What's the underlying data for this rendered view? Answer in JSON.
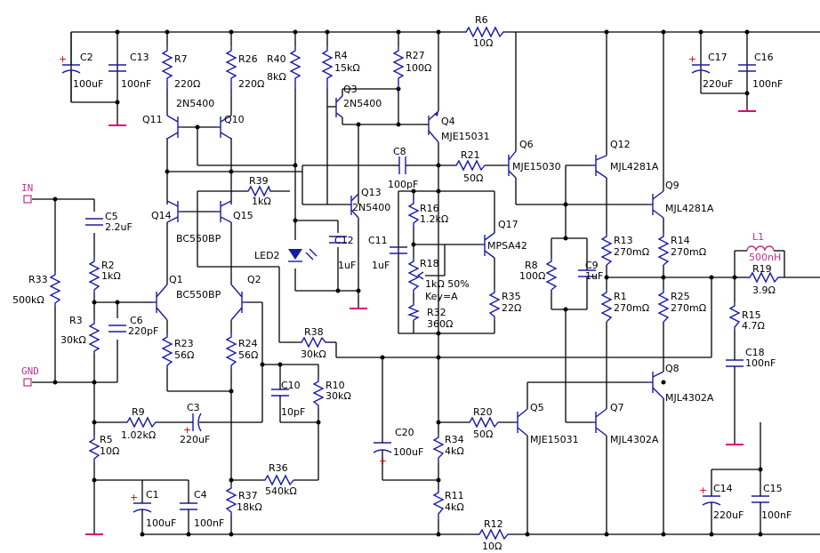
{
  "ports": {
    "in": "IN",
    "gnd": "GND"
  },
  "resistors": [
    {
      "ref": "R6",
      "value": "10Ω"
    },
    {
      "ref": "R7",
      "value": "220Ω"
    },
    {
      "ref": "R26",
      "value": "220Ω"
    },
    {
      "ref": "R40",
      "value": "8kΩ"
    },
    {
      "ref": "R4",
      "value": "15kΩ"
    },
    {
      "ref": "R27",
      "value": "100Ω"
    },
    {
      "ref": "R39",
      "value": "1kΩ"
    },
    {
      "ref": "R21",
      "value": "50Ω"
    },
    {
      "ref": "R16",
      "value": "1.2kΩ"
    },
    {
      "ref": "R18",
      "value": "1kΩ 50%"
    },
    {
      "ref": "R32",
      "value": "360Ω"
    },
    {
      "ref": "R35",
      "value": "22Ω"
    },
    {
      "ref": "R2",
      "value": "1kΩ"
    },
    {
      "ref": "R33",
      "value": "500kΩ"
    },
    {
      "ref": "R3",
      "value": "30kΩ"
    },
    {
      "ref": "R23",
      "value": "56Ω"
    },
    {
      "ref": "R24",
      "value": "56Ω"
    },
    {
      "ref": "R38",
      "value": "30kΩ"
    },
    {
      "ref": "R10",
      "value": "30kΩ"
    },
    {
      "ref": "R9",
      "value": "1.02kΩ"
    },
    {
      "ref": "R5",
      "value": "10Ω"
    },
    {
      "ref": "R36",
      "value": "540kΩ"
    },
    {
      "ref": "R37",
      "value": "18kΩ"
    },
    {
      "ref": "R20",
      "value": "50Ω"
    },
    {
      "ref": "R34",
      "value": "4kΩ"
    },
    {
      "ref": "R11",
      "value": "4kΩ"
    },
    {
      "ref": "R12",
      "value": "10Ω"
    },
    {
      "ref": "R8",
      "value": "100Ω"
    },
    {
      "ref": "R13",
      "value": "270mΩ"
    },
    {
      "ref": "R14",
      "value": "270mΩ"
    },
    {
      "ref": "R1",
      "value": "270mΩ"
    },
    {
      "ref": "R25",
      "value": "270mΩ"
    },
    {
      "ref": "R19",
      "value": "3.9Ω"
    },
    {
      "ref": "R15",
      "value": "4.7Ω"
    }
  ],
  "capacitors": [
    {
      "ref": "C2",
      "value": "100uF"
    },
    {
      "ref": "C13",
      "value": "100nF"
    },
    {
      "ref": "C17",
      "value": "220uF"
    },
    {
      "ref": "C16",
      "value": "100nF"
    },
    {
      "ref": "C8",
      "value": "100pF"
    },
    {
      "ref": "C12",
      "value": "1uF"
    },
    {
      "ref": "C11",
      "value": "1uF"
    },
    {
      "ref": "C5",
      "value": "2.2uF"
    },
    {
      "ref": "C6",
      "value": "220pF"
    },
    {
      "ref": "C10",
      "value": "10pF"
    },
    {
      "ref": "C3",
      "value": "220uF"
    },
    {
      "ref": "C20",
      "value": "100uF"
    },
    {
      "ref": "C1",
      "value": "100uF"
    },
    {
      "ref": "C4",
      "value": "100nF"
    },
    {
      "ref": "C9",
      "value": "1uF"
    },
    {
      "ref": "C18",
      "value": "100nF"
    },
    {
      "ref": "C14",
      "value": "220uF"
    },
    {
      "ref": "C15",
      "value": "100nF"
    }
  ],
  "transistors": [
    {
      "ref": "Q11",
      "part": ""
    },
    {
      "ref": "Q10",
      "part": "2N5400"
    },
    {
      "ref": "Q3",
      "part": "2N5400"
    },
    {
      "ref": "Q4",
      "part": "MJE15031"
    },
    {
      "ref": "Q13",
      "part": "2N5400"
    },
    {
      "ref": "Q14",
      "part": ""
    },
    {
      "ref": "Q15",
      "part": "BC550BP"
    },
    {
      "ref": "Q1",
      "part": "BC550BP"
    },
    {
      "ref": "Q2",
      "part": ""
    },
    {
      "ref": "Q17",
      "part": "MPSA42"
    },
    {
      "ref": "Q6",
      "part": "MJE15030"
    },
    {
      "ref": "Q12",
      "part": "MJL4281A"
    },
    {
      "ref": "Q9",
      "part": "MJL4281A"
    },
    {
      "ref": "Q8",
      "part": "MJL4302A"
    },
    {
      "ref": "Q5",
      "part": "MJE15031"
    },
    {
      "ref": "Q7",
      "part": "MJL4302A"
    }
  ],
  "misc": {
    "led_ref": "LED2",
    "inductor_ref": "L1",
    "inductor_value": "500nH",
    "pot_key": "Key=A"
  }
}
